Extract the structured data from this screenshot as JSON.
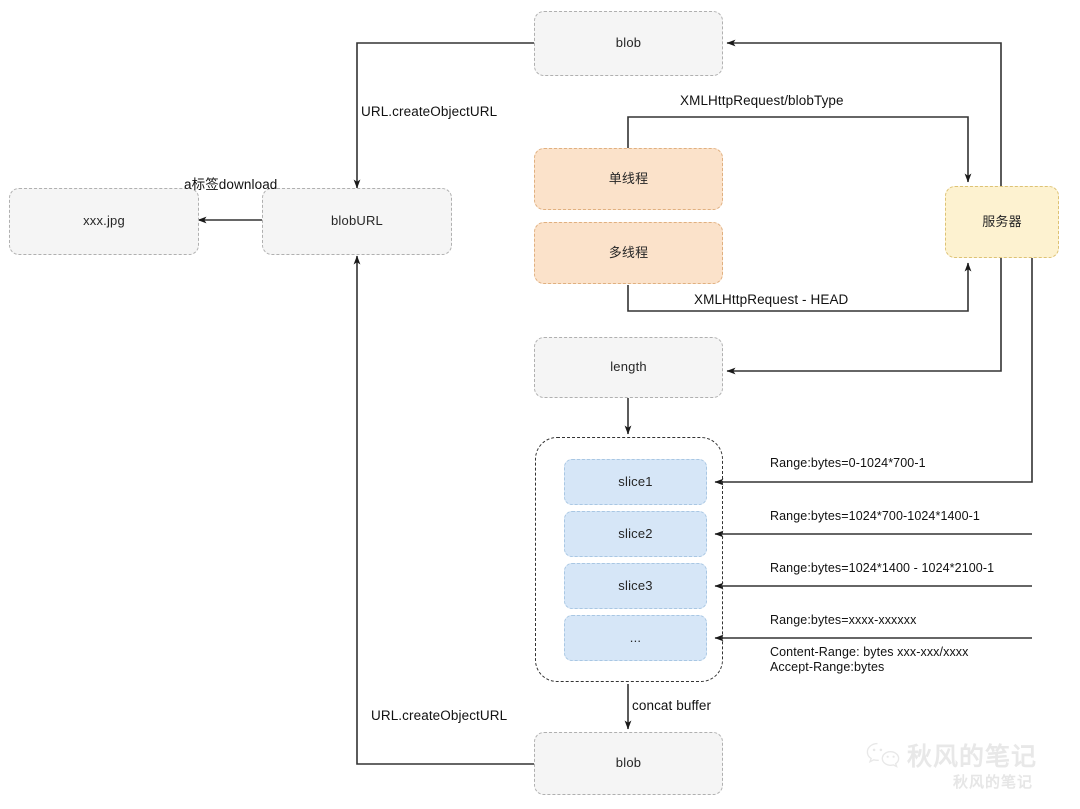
{
  "diagram": {
    "title": "Blob / chunked download flow",
    "nodes": {
      "blob_top": "blob",
      "blob_bottom": "blob",
      "xxx_jpg": "xxx.jpg",
      "blob_url": "blobURL",
      "single_thread": "单线程",
      "multi_thread": "多线程",
      "server": "服务器",
      "length": "length",
      "slice1": "slice1",
      "slice2": "slice2",
      "slice3": "slice3",
      "slice_more": "..."
    },
    "edge_labels": {
      "create_object_url_top": "URL.createObjectURL",
      "create_object_url_bottom": "URL.createObjectURL",
      "a_tag_download": "a标签download",
      "xhr_blobtype": "XMLHttpRequest/blobType",
      "xhr_head": "XMLHttpRequest - HEAD",
      "concat_buffer": "concat buffer",
      "range1": "Range:bytes=0-1024*700-1",
      "range2": "Range:bytes=1024*700-1024*1400-1",
      "range3": "Range:bytes=1024*1400 - 1024*2100-1",
      "range4": "Range:bytes=xxxx-xxxxxx",
      "content_range": "Content-Range: bytes xxx-xxx/xxxx",
      "accept_range": "Accept-Range:bytes"
    },
    "colors": {
      "gray_fill": "#f5f5f5",
      "gray_stroke": "#b0b0b0",
      "orange_fill": "#fbe2ca",
      "orange_stroke": "#e0b080",
      "yellow_fill": "#fdf2d0",
      "yellow_stroke": "#ddc274",
      "blue_fill": "#d6e6f7",
      "blue_stroke": "#a9c7e3",
      "wire": "#333333"
    }
  },
  "watermark": {
    "name": "秋风的笔记",
    "sub": "秋风的笔记"
  }
}
